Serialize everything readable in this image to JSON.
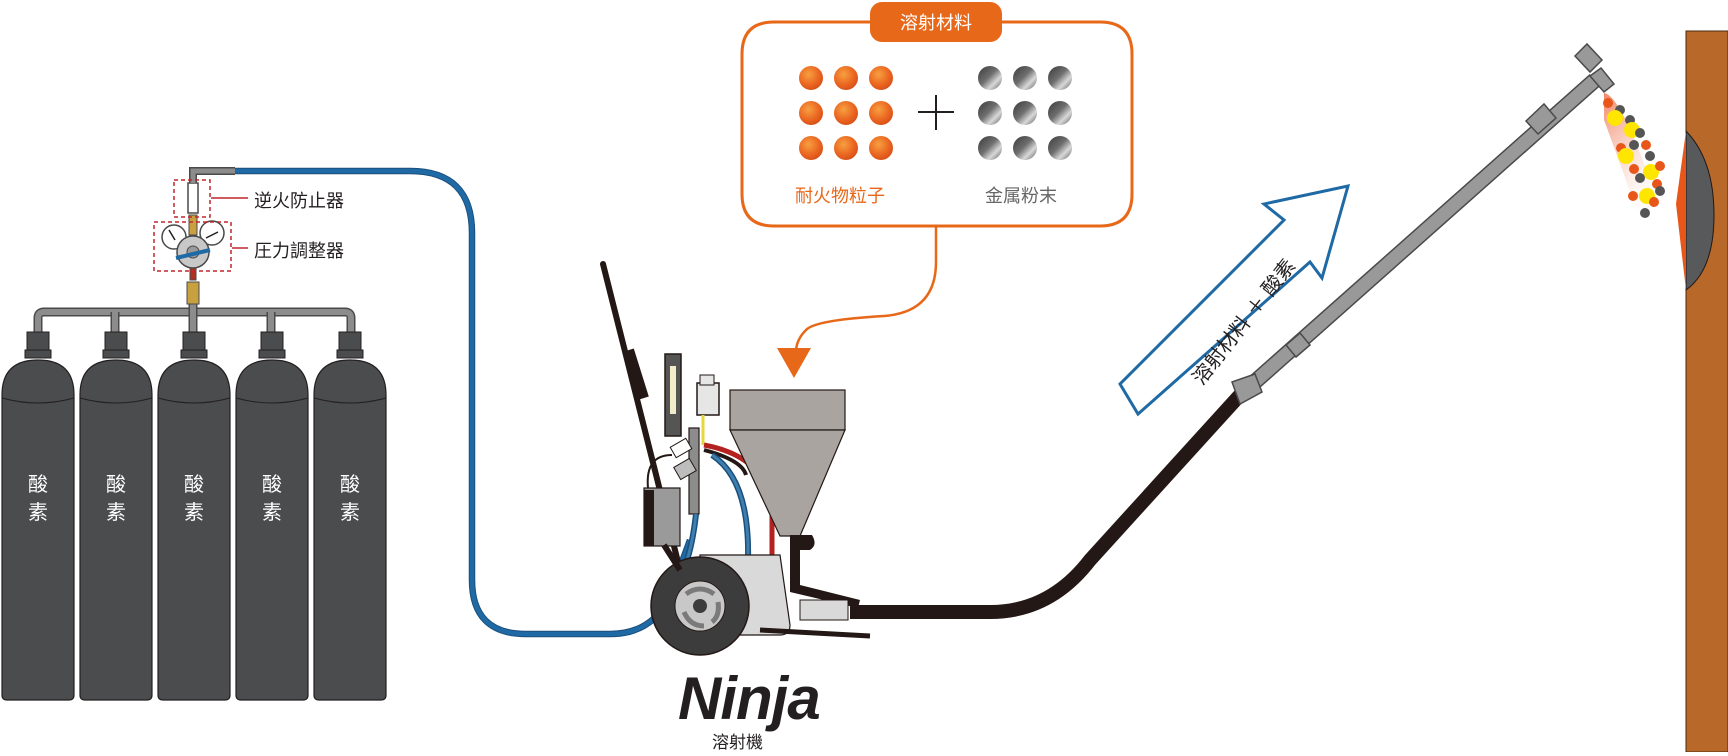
{
  "diagram": {
    "title": "Ninja thermal spraying system overview",
    "colors": {
      "orange": "#e8681a",
      "oxygen_hose_blue": "#1f6aa5",
      "cylinder_gray": "#4a4c4e",
      "pipe_gray": "#8c8c8c",
      "hose_black": "#231815",
      "wall_brown": "#b8692a",
      "callout_red": "#c1272d",
      "arrow_outline_blue": "#1f6aa5"
    },
    "oxygen_supply": {
      "cylinders": [
        {
          "label_line1": "酸",
          "label_line2": "素"
        },
        {
          "label_line1": "酸",
          "label_line2": "素"
        },
        {
          "label_line1": "酸",
          "label_line2": "素"
        },
        {
          "label_line1": "酸",
          "label_line2": "素"
        },
        {
          "label_line1": "酸",
          "label_line2": "素"
        }
      ],
      "flashback_arrestor_label": "逆火防止器",
      "pressure_regulator_label": "圧力調整器"
    },
    "materials": {
      "title": "溶射材料",
      "refractory_label": "耐火物粒子",
      "metal_label": "金属粉末",
      "plus_sign": "+",
      "refractory_particle_count": 9,
      "metal_particle_count": 9
    },
    "flow_arrow": {
      "label": "溶射材料 ＋ 酸素"
    },
    "machine": {
      "brand": "Ninja",
      "subtitle": "溶射機"
    }
  }
}
